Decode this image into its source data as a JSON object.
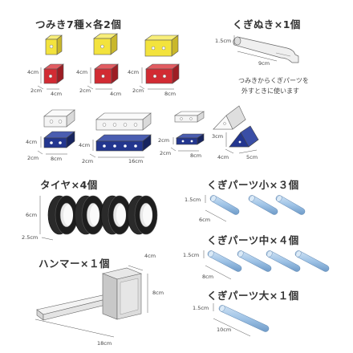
{
  "headings": {
    "blocks": "つみき7種×各2個",
    "remover": "くぎぬき×1個",
    "tires": "タイヤ×4個",
    "nail_small": "くぎパーツ小×３個",
    "nail_medium": "くぎパーツ中×４個",
    "nail_large": "くぎパーツ大×１個",
    "hammer": "ハンマー×１個"
  },
  "remover_note": [
    "つみきからくぎパーツを",
    "外すときに使います"
  ],
  "dimensions": {
    "remover_height": "1.5cm",
    "remover_length": "9cm",
    "block_height": "4cm",
    "block_depth": "2cm",
    "block_width_small": "4cm",
    "block_width_large": "8cm",
    "flat_height": "4cm",
    "flat_depth": "2cm",
    "flat_width_8": "8cm",
    "flat_width_16": "16cm",
    "tiny_height": "2cm",
    "tiny_depth": "2cm",
    "tiny_width": "8cm",
    "triangle_height": "3cm",
    "triangle_depth": "4cm",
    "triangle_width": "5cm",
    "tire_diameter": "6cm",
    "tire_width": "2.5cm",
    "nail_small_dia": "1.5cm",
    "nail_small_len": "6cm",
    "nail_medium_dia": "1.5cm",
    "nail_medium_len": "8cm",
    "nail_large_dia": "1.5cm",
    "nail_large_len": "10cm",
    "hammer_head_width": "4cm",
    "hammer_head_height": "8cm",
    "hammer_length": "18cm"
  },
  "colors": {
    "yellow": "#f3e33d",
    "red": "#d22b33",
    "blue": "#23368f",
    "white": "#f7f7f7",
    "tire": "#1e1e1e",
    "nail": "#9fc3e6",
    "hammer": "#dcdcdc"
  }
}
